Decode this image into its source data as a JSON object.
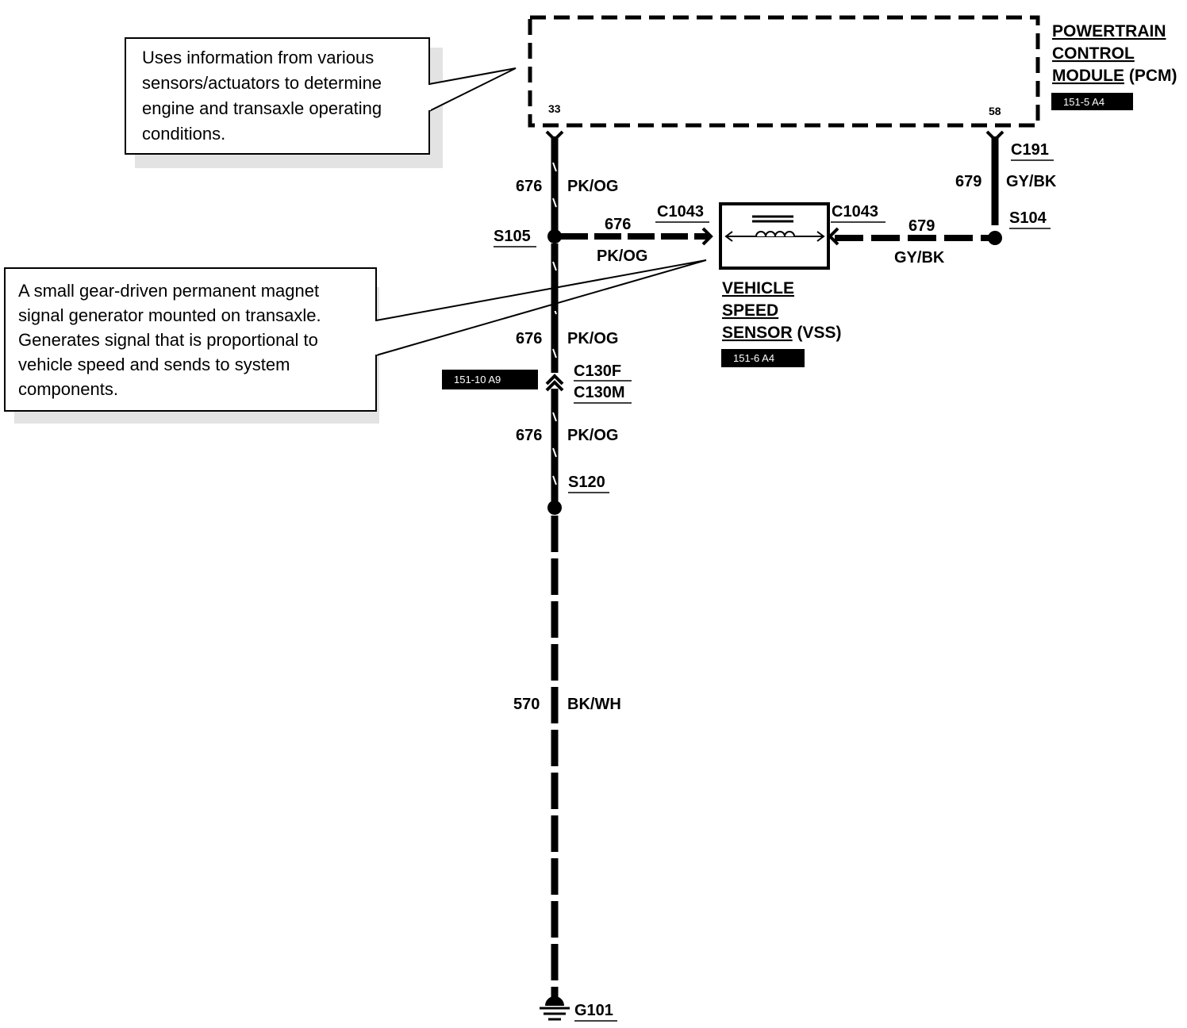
{
  "pcm": {
    "name_lines": [
      "POWERTRAIN",
      "CONTROL",
      "MODULE"
    ],
    "name_suffix": "(PCM)",
    "ref": "151-5 A4",
    "pin_left": "33",
    "pin_right": "58"
  },
  "notes": {
    "pcm_lines": [
      "Uses information from various",
      "sensors/actuators to determine",
      "engine and transaxle operating",
      "conditions."
    ],
    "vss_lines": [
      "A small gear-driven permanent magnet",
      "signal generator mounted on transaxle.",
      "Generates signal that is proportional to",
      "vehicle speed and sends to system",
      "components."
    ]
  },
  "vss": {
    "name_lines": [
      "VEHICLE",
      "SPEED",
      "SENSOR"
    ],
    "name_suffix": "(VSS)",
    "ref": "151-6 A4"
  },
  "wires": {
    "w676_top": {
      "circuit": "676",
      "color": "PK/OG"
    },
    "w676_horiz": {
      "circuit": "676",
      "color": "PK/OG"
    },
    "w676_mid": {
      "circuit": "676",
      "color": "PK/OG"
    },
    "w676_low": {
      "circuit": "676",
      "color": "PK/OG"
    },
    "w679_vert": {
      "circuit": "679",
      "color": "GY/BK"
    },
    "w679_horiz": {
      "circuit": "679",
      "color": "GY/BK"
    },
    "w570": {
      "circuit": "570",
      "color": "BK/WH"
    }
  },
  "connectors": {
    "c1043_left": "C1043",
    "c1043_right": "C1043",
    "c191": "C191",
    "c130f": "C130F",
    "c130m": "C130M",
    "c130_ref": "151-10 A9"
  },
  "splices": {
    "s105": "S105",
    "s104": "S104",
    "s120": "S120"
  },
  "ground": "G101"
}
